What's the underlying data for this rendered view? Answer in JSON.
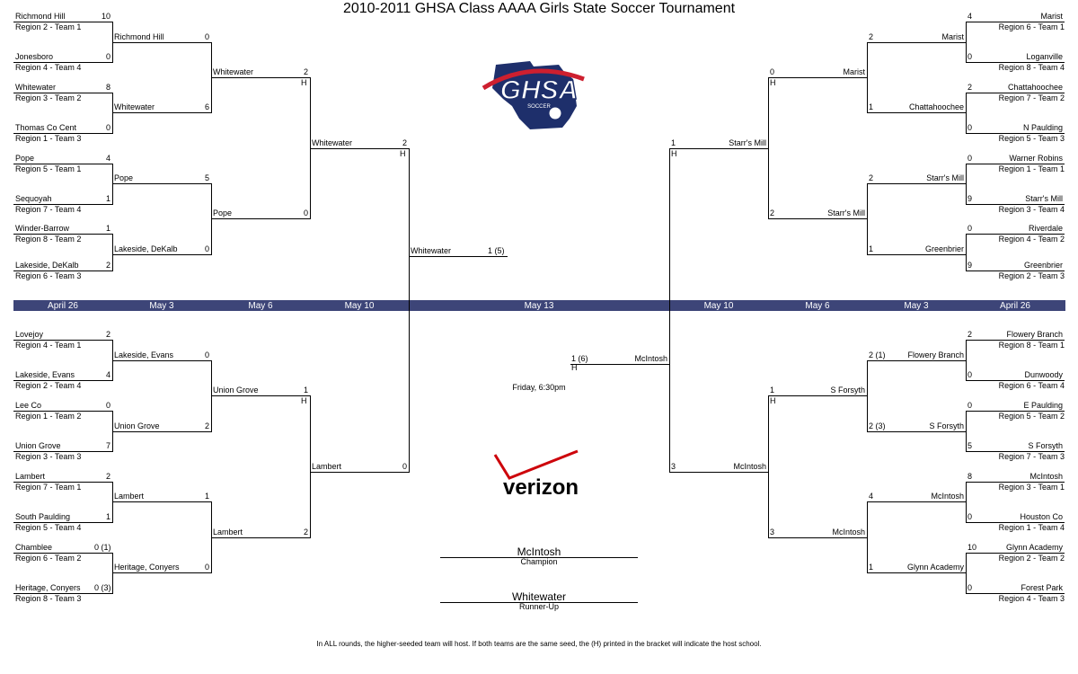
{
  "title": "2010-2011 GHSA Class AAAA Girls State Soccer Tournament",
  "dates": [
    "April 26",
    "May 3",
    "May 6",
    "May 10",
    "May 13",
    "May 10",
    "May 6",
    "May 3",
    "April 26"
  ],
  "first_round": [
    {
      "name": "Richmond Hill",
      "region": "Region 2 - Team 1",
      "score": "10"
    },
    {
      "name": "Jonesboro",
      "region": "Region 4 - Team 4",
      "score": "0"
    },
    {
      "name": "Whitewater",
      "region": "Region 3 - Team 2",
      "score": "8"
    },
    {
      "name": "Thomas Co Cent",
      "region": "Region 1 - Team 3",
      "score": "0"
    },
    {
      "name": "Pope",
      "region": "Region 5 - Team 1",
      "score": "4"
    },
    {
      "name": "Sequoyah",
      "region": "Region 7 - Team 4",
      "score": "1"
    },
    {
      "name": "Winder-Barrow",
      "region": "Region 8 - Team 2",
      "score": "1"
    },
    {
      "name": "Lakeside, DeKalb",
      "region": "Region 6 - Team 3",
      "score": "2"
    },
    {
      "name": "Lovejoy",
      "region": "Region 4 - Team 1",
      "score": "2"
    },
    {
      "name": "Lakeside, Evans",
      "region": "Region 2 - Team 4",
      "score": "4"
    },
    {
      "name": "Lee Co",
      "region": "Region 1 - Team 2",
      "score": "0"
    },
    {
      "name": "Union Grove",
      "region": "Region 3 - Team 3",
      "score": "7"
    },
    {
      "name": "Lambert",
      "region": "Region 7 - Team 1",
      "score": "2"
    },
    {
      "name": "South Paulding",
      "region": "Region 5 - Team 4",
      "score": "1"
    },
    {
      "name": "Chamblee",
      "region": "Region 6 - Team 2",
      "score": "0 (1)"
    },
    {
      "name": "Heritage, Conyers",
      "region": "Region 8 - Team 3",
      "score": "0 (3)"
    },
    {
      "name": "Marist",
      "region": "Region 6 - Team 1",
      "score": "4"
    },
    {
      "name": "Loganville",
      "region": "Region 8 - Team 4",
      "score": "0"
    },
    {
      "name": "Chattahoochee",
      "region": "Region 7 - Team 2",
      "score": "2"
    },
    {
      "name": "N Paulding",
      "region": "Region 5 - Team 3",
      "score": "0"
    },
    {
      "name": "Warner Robins",
      "region": "Region 1 - Team 1",
      "score": "0"
    },
    {
      "name": "Starr's Mill",
      "region": "Region 3 - Team 4",
      "score": "9"
    },
    {
      "name": "Riverdale",
      "region": "Region 4 - Team 2",
      "score": "0"
    },
    {
      "name": "Greenbrier",
      "region": "Region 2 - Team 3",
      "score": "9"
    },
    {
      "name": "Flowery Branch",
      "region": "Region 8 - Team 1",
      "score": "2"
    },
    {
      "name": "Dunwoody",
      "region": "Region 6 - Team 4",
      "score": "0"
    },
    {
      "name": "E Paulding",
      "region": "Region 5 - Team 2",
      "score": "0"
    },
    {
      "name": "S Forsyth",
      "region": "Region 7 - Team 3",
      "score": "5"
    },
    {
      "name": "McIntosh",
      "region": "Region 3 - Team 1",
      "score": "8"
    },
    {
      "name": "Houston Co",
      "region": "Region 1 - Team 4",
      "score": "0"
    },
    {
      "name": "Glynn Academy",
      "region": "Region 2 - Team 2",
      "score": "10"
    },
    {
      "name": "Forest Park",
      "region": "Region 4 - Team 3",
      "score": "0"
    }
  ],
  "second_round": [
    {
      "name": "Richmond Hill",
      "score": "0"
    },
    {
      "name": "Whitewater",
      "score": "6"
    },
    {
      "name": "Pope",
      "score": "5"
    },
    {
      "name": "Lakeside, DeKalb",
      "score": "0"
    },
    {
      "name": "Lakeside, Evans",
      "score": "0"
    },
    {
      "name": "Union Grove",
      "score": "2"
    },
    {
      "name": "Lambert",
      "score": "1"
    },
    {
      "name": "Heritage, Conyers",
      "score": "0"
    },
    {
      "name": "Marist",
      "score": "2"
    },
    {
      "name": "Chattahoochee",
      "score": "1"
    },
    {
      "name": "Starr's Mill",
      "score": "2"
    },
    {
      "name": "Greenbrier",
      "score": "1"
    },
    {
      "name": "Flowery Branch",
      "score": "2 (1)"
    },
    {
      "name": "S Forsyth",
      "score": "2 (3)"
    },
    {
      "name": "McIntosh",
      "score": "4"
    },
    {
      "name": "Glynn Academy",
      "score": "1"
    }
  ],
  "quarterfinals": [
    {
      "name": "Whitewater",
      "score": "2",
      "host": "H"
    },
    {
      "name": "Pope",
      "score": "0",
      "host": ""
    },
    {
      "name": "Union Grove",
      "score": "1",
      "host": "H"
    },
    {
      "name": "Lambert",
      "score": "2",
      "host": ""
    },
    {
      "name": "Marist",
      "score": "0",
      "host": "H"
    },
    {
      "name": "Starr's Mill",
      "score": "2",
      "host": ""
    },
    {
      "name": "S Forsyth",
      "score": "1",
      "host": "H"
    },
    {
      "name": "McIntosh",
      "score": "3",
      "host": ""
    }
  ],
  "semifinals": [
    {
      "name": "Whitewater",
      "score": "2",
      "host": "H"
    },
    {
      "name": "Lambert",
      "score": "0",
      "host": ""
    },
    {
      "name": "Starr's Mill",
      "score": "1",
      "host": "H"
    },
    {
      "name": "McIntosh",
      "score": "3",
      "host": ""
    }
  ],
  "finals": [
    {
      "name": "Whitewater",
      "score": "1 (5)",
      "host": ""
    },
    {
      "name": "McIntosh",
      "score": "1 (6)",
      "host": "H"
    }
  ],
  "final_time": "Friday, 6:30pm",
  "champion": {
    "name": "McIntosh",
    "label": "Champion"
  },
  "runner_up": {
    "name": "Whitewater",
    "label": "Runner-Up"
  },
  "footnote": "In ALL rounds, the higher-seeded team will host.  If both teams are the same seed, the (H) printed in the bracket will indicate the host school.",
  "logos": {
    "ghsa_text": "GHSA",
    "ghsa_sub": "SOCCER",
    "verizon": "verizon"
  },
  "colors": {
    "date_bar": "#3d4578",
    "ghsa_navy": "#1e2f6b",
    "verizon_red": "#cd040b"
  }
}
